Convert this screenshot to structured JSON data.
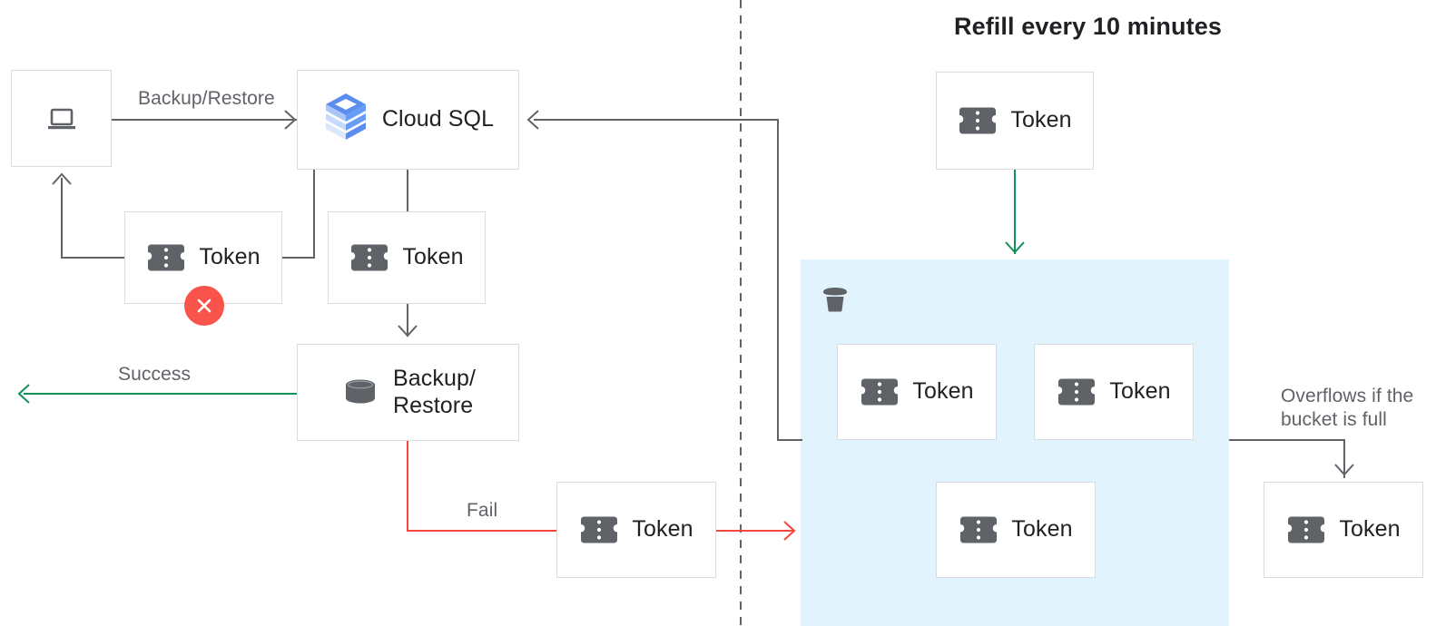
{
  "diagram": {
    "title": "Refill every 10 minutes",
    "token_label": "Token",
    "bucket_label": "Bucket",
    "colors": {
      "accent_green": "#0d9359",
      "accent_red": "#f4463b",
      "badge_red": "#f9544b",
      "line_gray": "#5f6368",
      "box_border": "#dadce0",
      "panel_blue": "#e1f3fd",
      "text_dark": "#202124",
      "text_muted": "#5f6368"
    }
  },
  "nodes": {
    "client": {
      "label": "",
      "icon": "laptop-icon"
    },
    "cloud_sql": {
      "label": "Cloud SQL",
      "icon": "cloud-sql-icon"
    },
    "token_failed": {
      "label": "Token",
      "icon": "token-icon",
      "status": "failed"
    },
    "token_request": {
      "label": "Token",
      "icon": "token-icon"
    },
    "backup_restore": {
      "label": "Backup/\nRestore",
      "icon": "database-icon"
    },
    "token_fail_out": {
      "label": "Token",
      "icon": "token-icon"
    },
    "token_refill": {
      "label": "Token",
      "icon": "token-icon"
    },
    "bucket_token_1": {
      "label": "Token",
      "icon": "token-icon"
    },
    "bucket_token_2": {
      "label": "Token",
      "icon": "token-icon"
    },
    "bucket_token_3": {
      "label": "Token",
      "icon": "token-icon"
    },
    "token_overflow": {
      "label": "Token",
      "icon": "token-icon"
    }
  },
  "edges": {
    "backup_restore_label": "Backup/Restore",
    "success_label": "Success",
    "fail_label": "Fail",
    "overflow_label": "Overflows if the\nbucket is full"
  }
}
